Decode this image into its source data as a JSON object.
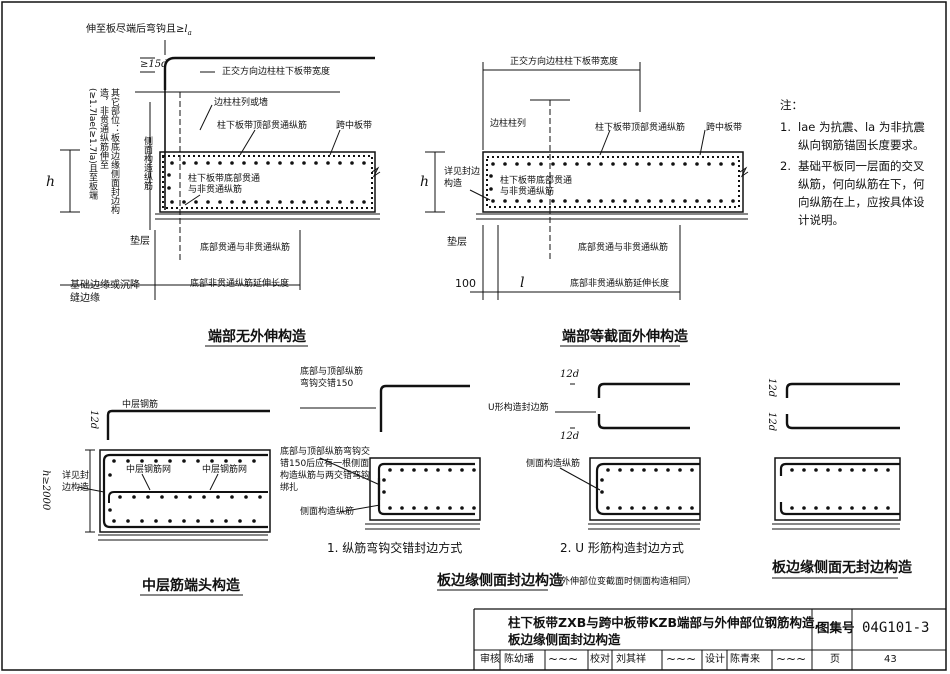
{
  "diagram1": {
    "label_extend": "伸至板尽端后弯钩且≥",
    "label_extend_sym": "l",
    "label_extend_sub": "a",
    "dim_15d": "≥15d",
    "label_col_strip_width": "正交方向边柱柱下板带宽度",
    "label_edge_col_wall": "边柱柱列或墙",
    "label_col_strip_top": "柱下板带顶部贯通纵筋",
    "label_mid_strip": "跨中板带",
    "label_side_bar": "侧面构造纵筋",
    "label_bottom_through": "柱下板带底部贯通与非贯通纵筋",
    "label_bottom_ext": "底部贯通与非贯通纵筋",
    "label_cushion": "垫层",
    "label_foundation_edge": "基础边缘或沉降缝边缘",
    "label_nonthrough_ext": "底部非贯通纵筋延伸长度",
    "label_h": "h",
    "vertical_note": "其它部位：板底边缘侧面封边构造，非贯通纵筋伸至(≥1.7lae(≥1.7la)且至板端",
    "caption": "端部无外伸构造"
  },
  "diagram2": {
    "label_col_strip_width": "正交方向边柱柱下板带宽度",
    "label_edge_col": "边柱柱列",
    "label_col_strip_top": "柱下板带顶部贯通纵筋",
    "label_mid_strip": "跨中板带",
    "label_see_edge": "详见封边构造",
    "label_bottom_through": "柱下板带底部贯通与非贯通纵筋",
    "label_bottom_ext": "底部贯通与非贯通纵筋",
    "label_cushion": "垫层",
    "dim_100": "100",
    "dim_l": "l",
    "label_nonthrough_ext": "底部非贯通纵筋延伸长度",
    "label_h": "h",
    "caption": "端部等截面外伸构造"
  },
  "notes": {
    "title": "注：",
    "items": [
      {
        "no": "1.",
        "text": "lae 为抗震、la 为非抗震纵向钢筋锚固长度要求。"
      },
      {
        "no": "2.",
        "text": "基础平板同一层面的交叉纵筋，何向纵筋在下，何向纵筋在上，应按具体设计说明。"
      }
    ]
  },
  "diagram3": {
    "label_mid_bar": "中层钢筋",
    "dim_12d": "12d",
    "label_mid_mesh_1": "中层钢筋网",
    "label_mid_mesh_2": "中层钢筋网",
    "label_see_edge": "详见封边构造",
    "dim_h": "h≥2000",
    "caption": "中层筋端头构造"
  },
  "diagram4": {
    "label_hook_lap": "底部与顶部纵筋弯钩交错150",
    "label_note": "底部与顶部纵筋弯钩交错150后应有一根侧面构造纵筋与两交错弯钩绑扎",
    "label_side_bar": "侧面构造纵筋",
    "caption": "1. 纵筋弯钩交错封边方式"
  },
  "diagram5": {
    "dim_12d_top": "12d",
    "label_u_bar": "U形构造封边筋",
    "dim_12d_bot": "12d",
    "label_side_bar": "侧面构造纵筋",
    "caption": "2. U 形筋构造封边方式"
  },
  "diagram6": {
    "dim_12d_top": "12d",
    "dim_12d_bot": "12d",
    "caption": "板边缘侧面无封边构造"
  },
  "group_caption": "板边缘侧面封边构造",
  "group_caption_note": "（外伸部位变截面时侧面构造相同）",
  "title_block": {
    "title_line1": "柱下板带ZXB与跨中板带KZB端部与外伸部位钢筋构造,",
    "title_line2": "板边缘侧面封边构造",
    "atlas_label": "图集号",
    "atlas_no": "04G101-3",
    "review_label": "审核",
    "review_name": "陈幼璠",
    "check_label": "校对",
    "check_name": "刘其祥",
    "design_label": "设计",
    "design_name": "陈青来",
    "page_label": "页",
    "page_no": "43"
  }
}
